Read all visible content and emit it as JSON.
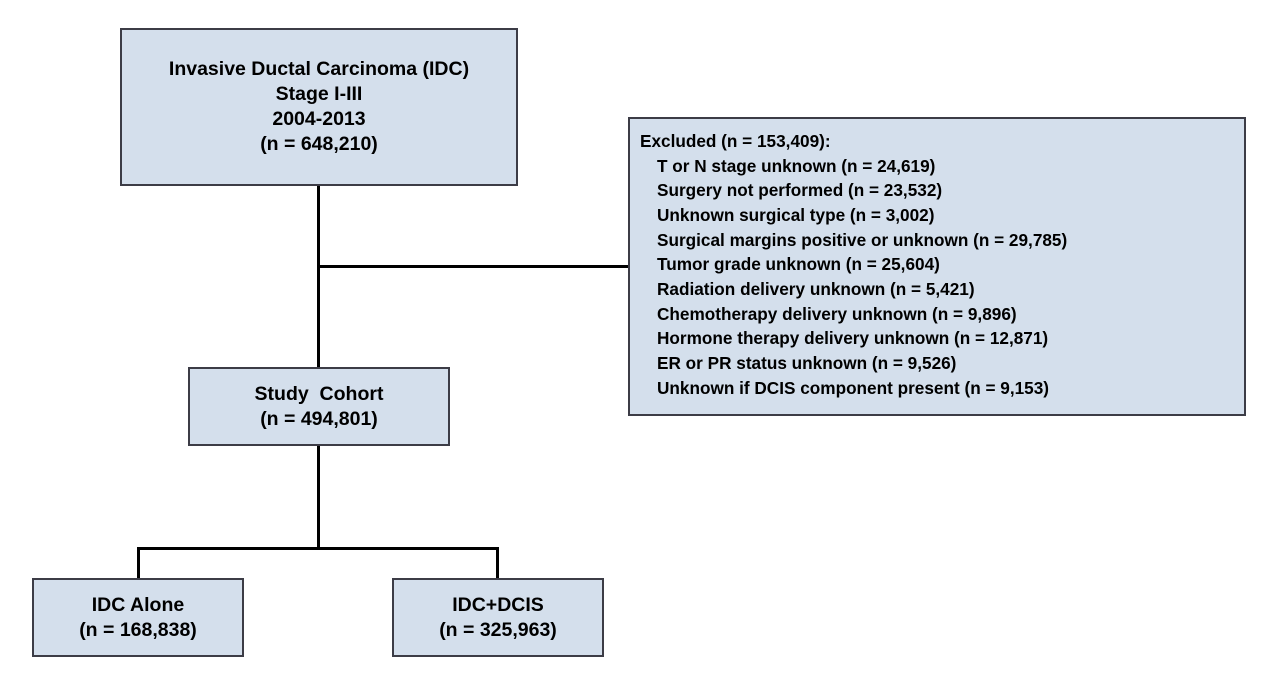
{
  "chart_data": {
    "type": "diagram",
    "title": "CONSORT-style patient selection flow diagram",
    "nodes": [
      {
        "id": "source",
        "lines": [
          "Invasive Ductal Carcinoma (IDC)",
          "Stage I-III",
          "2004-2013",
          "(n = 648,210)"
        ],
        "n": 648210
      },
      {
        "id": "excluded",
        "lines": [
          "Excluded (n = 153,409):",
          "T or N stage unknown (n = 24,619)",
          "Surgery not performed (n = 23,532)",
          "Unknown surgical type (n = 3,002)",
          "Surgical margins positive or unknown (n = 29,785)",
          "Tumor grade unknown (n = 25,604)",
          "Radiation delivery unknown (n = 5,421)",
          "Chemotherapy delivery unknown (n = 9,896)",
          "Hormone therapy delivery unknown (n = 12,871)",
          "ER or PR status unknown (n = 9,526)",
          "Unknown if DCIS component present (n = 9,153)"
        ],
        "n": 153409
      },
      {
        "id": "cohort",
        "lines": [
          "Study  Cohort",
          "(n = 494,801)"
        ],
        "n": 494801
      },
      {
        "id": "idc_alone",
        "lines": [
          "IDC Alone",
          "(n = 168,838)"
        ],
        "n": 168838
      },
      {
        "id": "idc_dcis",
        "lines": [
          "IDC+DCIS",
          "(n = 325,963)"
        ],
        "n": 325963
      }
    ],
    "edges": [
      {
        "from": "source",
        "to": "cohort"
      },
      {
        "from": "source",
        "to": "excluded"
      },
      {
        "from": "cohort",
        "to": "idc_alone"
      },
      {
        "from": "cohort",
        "to": "idc_dcis"
      }
    ],
    "colors": {
      "box_fill": "#d4dfec",
      "box_border": "#3c3c46",
      "connector": "#000000",
      "text": "#000000",
      "background": "#ffffff"
    }
  },
  "source_box": {
    "line1": "Invasive Ductal Carcinoma (IDC)",
    "line2": "Stage I-III",
    "line3": "2004-2013",
    "line4": "(n = 648,210)"
  },
  "excluded_box": {
    "heading": "Excluded (n = 153,409):",
    "items": [
      "T or N stage unknown (n = 24,619)",
      "Surgery not performed (n = 23,532)",
      "Unknown surgical type (n = 3,002)",
      "Surgical margins positive or unknown (n = 29,785)",
      "Tumor grade unknown (n = 25,604)",
      "Radiation delivery unknown (n = 5,421)",
      "Chemotherapy delivery unknown (n = 9,896)",
      "Hormone therapy delivery unknown (n = 12,871)",
      "ER or PR status unknown (n = 9,526)",
      "Unknown if DCIS component present (n = 9,153)"
    ]
  },
  "cohort_box": {
    "line1": "Study  Cohort",
    "line2": "(n = 494,801)"
  },
  "idc_alone_box": {
    "line1": "IDC Alone",
    "line2": "(n = 168,838)"
  },
  "idc_dcis_box": {
    "line1": "IDC+DCIS",
    "line2": "(n = 325,963)"
  }
}
